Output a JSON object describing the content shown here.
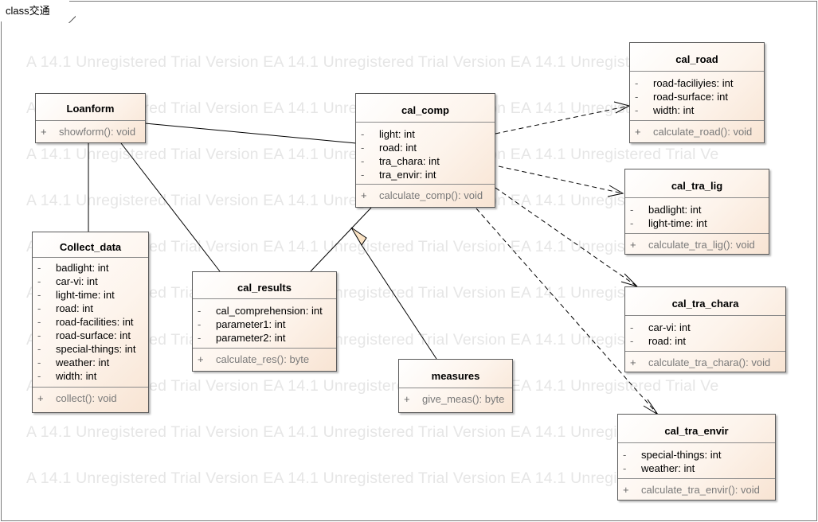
{
  "frame": {
    "keyword": "class",
    "name": "交通"
  },
  "watermark": {
    "segment": "A 14.1 Unregistered Trial Version  EA 14.1 Unregistered Trial Version  EA 14.1 Unregistered Trial Ve",
    "lines": [
      "A 14.1 Unregistered Trial Version  EA 14.1 Unregistered Trial Version  EA 14.1 Unregistered Trial Ve",
      "A 14.1 Unregistered Trial Version  EA 14.1 Unregistered Trial Version  EA 14.1 Unregistered Trial Ve",
      "A 14.1 Unregistered Trial Version  EA 14.1 Unregistered Trial Version  EA 14.1 Unregistered Trial Ve",
      "A 14.1 Unregistered Trial Version  EA 14.1 Unregistered Trial Version  EA 14.1 Unregistered Trial Ve",
      "A 14.1 Unregistered Trial Version  EA 14.1 Unregistered Trial Version  EA 14.1 Unregistered Trial Ve",
      "A 14.1 Unregistered Trial Version  EA 14.1 Unregistered Trial Version  EA 14.1 Unregistered Trial Ve",
      "A 14.1 Unregistered Trial Version  EA 14.1 Unregistered Trial Version  EA 14.1 Unregistered Trial Ve",
      "A 14.1 Unregistered Trial Version  EA 14.1 Unregistered Trial Version  EA 14.1 Unregistered Trial Ve",
      "A 14.1 Unregistered Trial Version  EA 14.1 Unregistered Trial Version  EA 14.1 Unregistered Trial Ve",
      "A 14.1 Unregistered Trial Version  EA 14.1 Unregistered Trial Version  EA 14.1 Unregistered Trial Ve"
    ]
  },
  "classes": {
    "loanform": {
      "name": "Loanform",
      "attributes": [],
      "operations": [
        {
          "vis": "+",
          "name": "showform()",
          "type": ": void"
        }
      ]
    },
    "collect_data": {
      "name": "Collect_data",
      "attributes": [
        {
          "vis": "-",
          "name": "badlight",
          "type": ": int"
        },
        {
          "vis": "-",
          "name": "car-vi",
          "type": ": int"
        },
        {
          "vis": "-",
          "name": "light-time",
          "type": ": int"
        },
        {
          "vis": "-",
          "name": "road",
          "type": ": int"
        },
        {
          "vis": "-",
          "name": "road-facilities",
          "type": ": int"
        },
        {
          "vis": "-",
          "name": "road-surface",
          "type": ": int"
        },
        {
          "vis": "-",
          "name": "special-things",
          "type": ": int"
        },
        {
          "vis": "-",
          "name": "weather",
          "type": ": int"
        },
        {
          "vis": "-",
          "name": "width",
          "type": ": int"
        }
      ],
      "operations": [
        {
          "vis": "+",
          "name": "collect()",
          "type": ": void"
        }
      ]
    },
    "cal_results": {
      "name": "cal_results",
      "attributes": [
        {
          "vis": "-",
          "name": "cal_comprehension",
          "type": ": int"
        },
        {
          "vis": "-",
          "name": "parameter1",
          "type": ": int"
        },
        {
          "vis": "-",
          "name": "parameter2",
          "type": ": int"
        }
      ],
      "operations": [
        {
          "vis": "+",
          "name": "calculate_res()",
          "type": ": byte"
        }
      ]
    },
    "cal_comp": {
      "name": "cal_comp",
      "attributes": [
        {
          "vis": "-",
          "name": "light",
          "type": ": int"
        },
        {
          "vis": "-",
          "name": "road",
          "type": ": int"
        },
        {
          "vis": "-",
          "name": "tra_chara",
          "type": ": int"
        },
        {
          "vis": "-",
          "name": "tra_envir",
          "type": ": int"
        }
      ],
      "operations": [
        {
          "vis": "+",
          "name": "calculate_comp()",
          "type": ": void"
        }
      ]
    },
    "measures": {
      "name": "measures",
      "attributes": [],
      "operations": [
        {
          "vis": "+",
          "name": "give_meas()",
          "type": ": byte"
        }
      ]
    },
    "cal_road": {
      "name": "cal_road",
      "attributes": [
        {
          "vis": "-",
          "name": "road-faciliyies",
          "type": ": int"
        },
        {
          "vis": "-",
          "name": "road-surface",
          "type": ": int"
        },
        {
          "vis": "-",
          "name": "width",
          "type": ": int"
        }
      ],
      "operations": [
        {
          "vis": "+",
          "name": "calculate_road()",
          "type": ": void"
        }
      ]
    },
    "cal_tra_lig": {
      "name": "cal_tra_lig",
      "attributes": [
        {
          "vis": "-",
          "name": "badlight",
          "type": ": int"
        },
        {
          "vis": "-",
          "name": "light-time",
          "type": ": int"
        }
      ],
      "operations": [
        {
          "vis": "+",
          "name": "calculate_tra_lig()",
          "type": ": void"
        }
      ]
    },
    "cal_tra_chara": {
      "name": "cal_tra_chara",
      "attributes": [
        {
          "vis": "-",
          "name": "car-vi",
          "type": ": int"
        },
        {
          "vis": "-",
          "name": "road",
          "type": ": int"
        }
      ],
      "operations": [
        {
          "vis": "+",
          "name": "calculate_tra_chara()",
          "type": ": void"
        }
      ]
    },
    "cal_tra_envir": {
      "name": "cal_tra_envir",
      "attributes": [
        {
          "vis": "-",
          "name": "special-things",
          "type": ": int"
        },
        {
          "vis": "-",
          "name": "weather",
          "type": ": int"
        }
      ],
      "operations": [
        {
          "vis": "+",
          "name": "calculate_tra_envir()",
          "type": ": void"
        }
      ]
    }
  }
}
